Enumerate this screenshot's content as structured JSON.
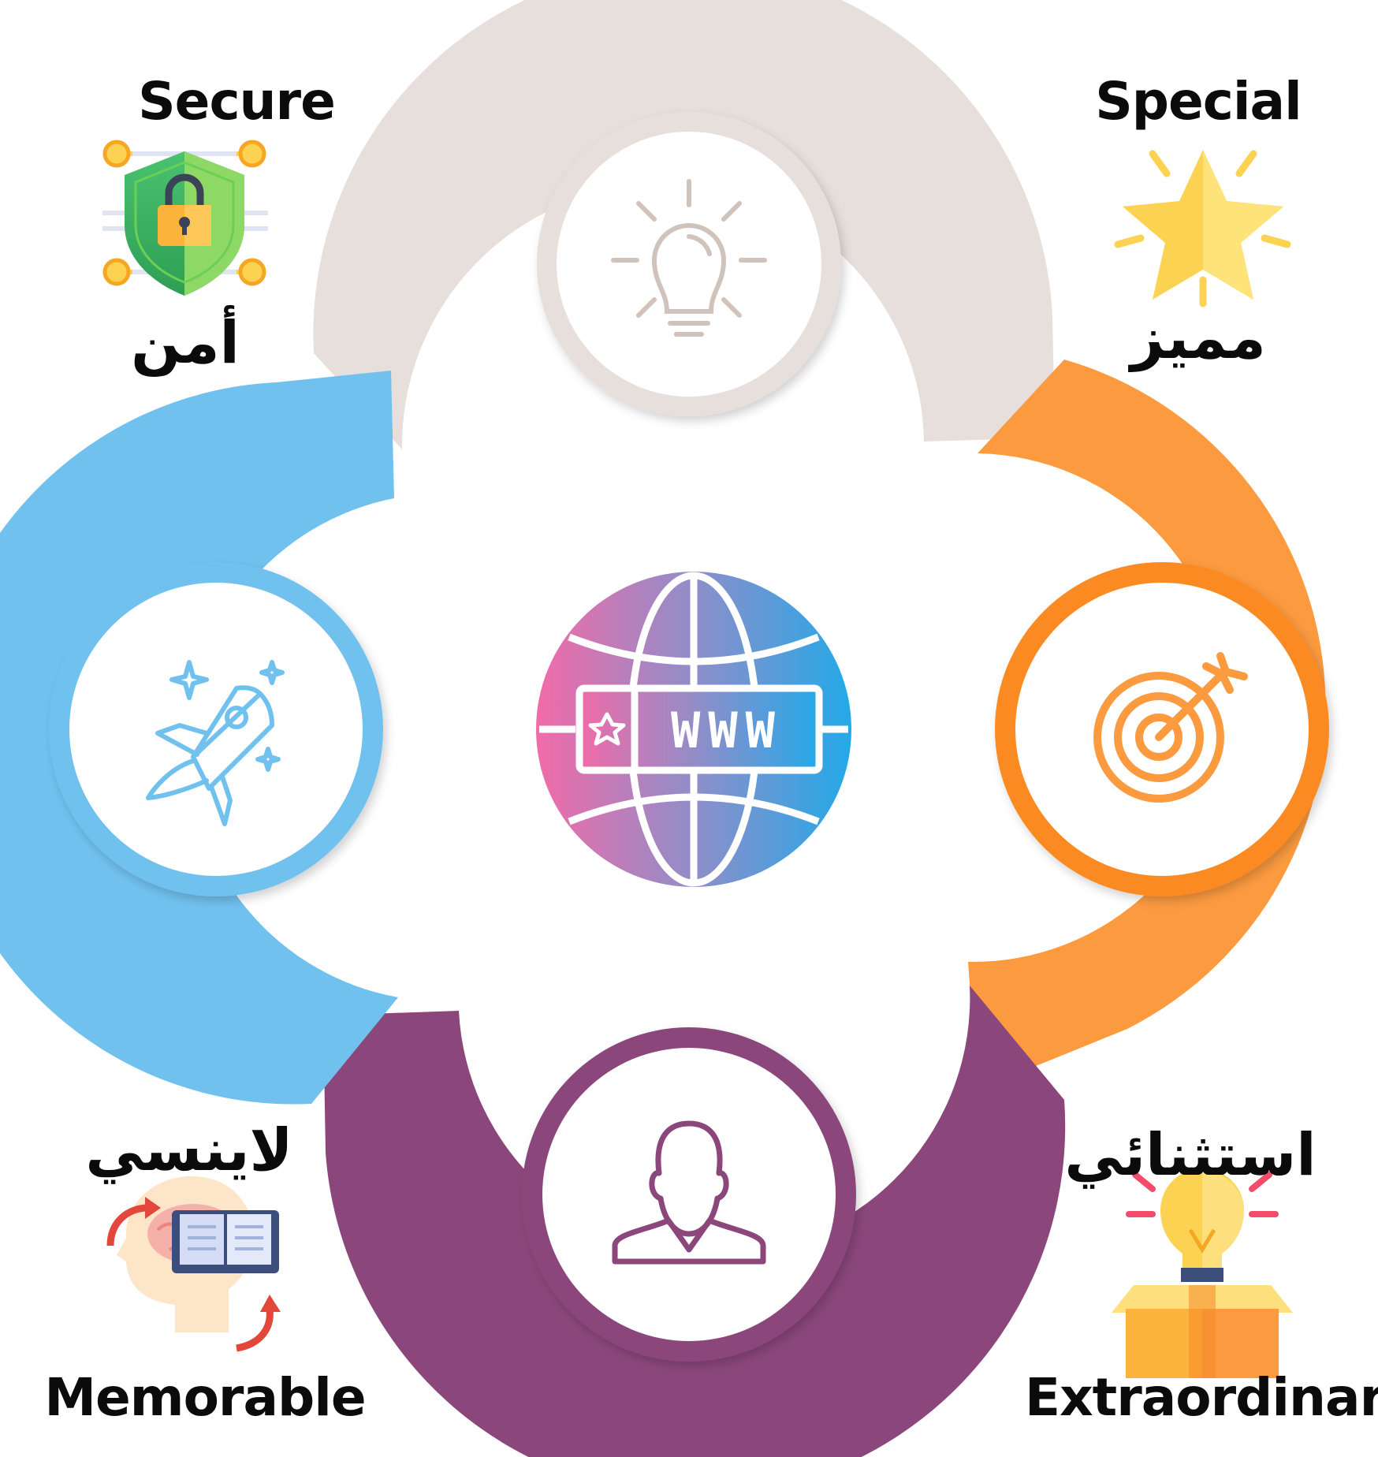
{
  "labels": {
    "secure_en": "Secure",
    "secure_ar": "أمن",
    "special_en": "Special",
    "special_ar": "مميز",
    "memorable_ar": "لاينسي",
    "memorable_en": "Memorable",
    "extraordinary_ar": "استثنائي",
    "extraordinary_en": "Extraordinary"
  },
  "center": {
    "globe_text": "WWW"
  },
  "colors": {
    "top_segment": "#e7dfdb",
    "right_segment": "#fc9a3f",
    "bottom_segment": "#8b477b",
    "left_segment": "#71c1ef",
    "globe_pink": "#f16ba8",
    "globe_blue": "#24a9e8"
  }
}
